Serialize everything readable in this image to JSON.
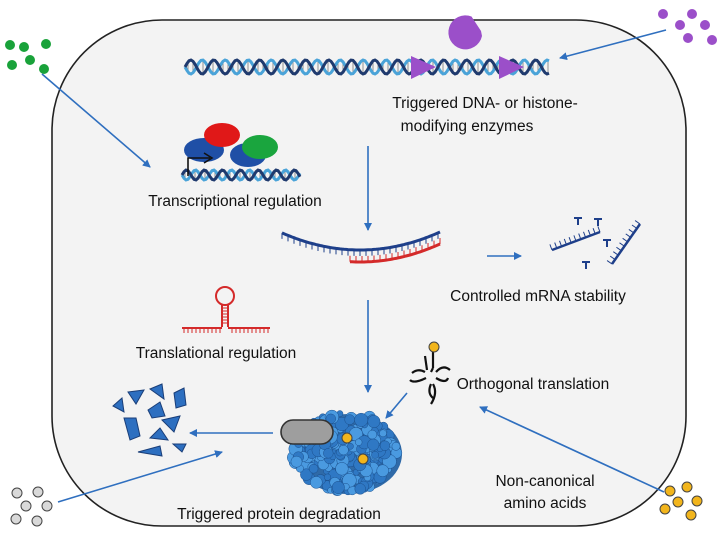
{
  "labels": {
    "dna_enzymes_line1": "Triggered DNA- or histone-",
    "dna_enzymes_line2": "modifying enzymes",
    "transcriptional": "Transcriptional regulation",
    "mrna_stability": "Controlled mRNA stability",
    "translational": "Translational regulation",
    "orthogonal": "Orthogonal translation",
    "ncaa_line1": "Non-canonical",
    "ncaa_line2": "amino acids",
    "protein_degradation": "Triggered protein degradation"
  },
  "colors": {
    "arrow": "#2f6fbf",
    "dna_dark": "#1f3a6e",
    "dna_light": "#4aa3d8",
    "enzyme_purple": "#9b4fc9",
    "green_dot": "#19a23a",
    "purple_dot": "#9b4fc9",
    "grey_dot": "#d9d9d9",
    "yellow_dot": "#f2b51c",
    "cell_fill": "#f3f3f3",
    "mrna_blue": "#1e3f8a",
    "mrna_red": "#d42a2a",
    "protein_blue": "#3a86c8"
  },
  "icons": [
    "cell-boundary",
    "dna-helix",
    "enzyme-pacman",
    "transcription-factor-complex",
    "mrna-strand",
    "degraded-rna",
    "hairpin-rna",
    "trna",
    "protein-blob",
    "degron-tag",
    "protein-fragments"
  ]
}
